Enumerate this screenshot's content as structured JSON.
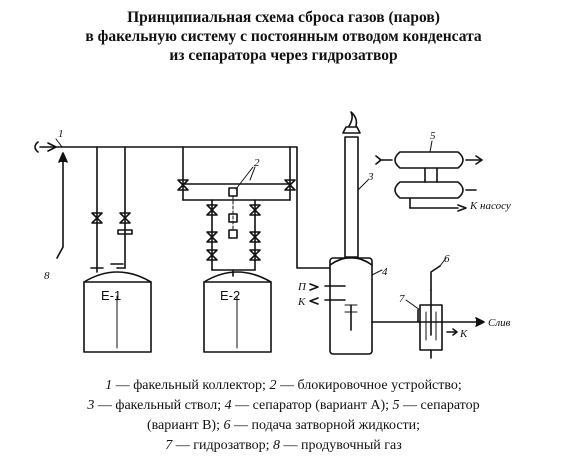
{
  "title": {
    "line1": "Принципиальная схема сброса газов (паров)",
    "line2": "в факельную систему с постоянным отводом конденсата",
    "line3": "из сепаратора через гидрозатвор"
  },
  "diagram": {
    "tank1_label": "Е-1",
    "tank2_label": "Е-2",
    "callouts": [
      "1",
      "2",
      "3",
      "4",
      "5",
      "6",
      "7",
      "8"
    ],
    "pump_label": "К насосу",
    "drain_label": "Слив",
    "sep_in_label": "П",
    "sep_out_label": "К",
    "seal_label": "К"
  },
  "caption": {
    "l1": [
      {
        "n": "1",
        "t": " — факельный коллектор; "
      },
      {
        "n": "2",
        "t": " — блокировочное устройство;"
      }
    ],
    "l2": [
      {
        "n": "3",
        "t": " — факельный ствол; "
      },
      {
        "n": "4",
        "t": " — сепаратор (вариант А); "
      },
      {
        "n": "5",
        "t": " — сепаратор"
      }
    ],
    "l3": [
      {
        "n": "",
        "t": "(вариант В); "
      },
      {
        "n": "6",
        "t": " — подача затворной жидкости;"
      }
    ],
    "l4": [
      {
        "n": "7",
        "t": " — гидрозатвор; "
      },
      {
        "n": "8",
        "t": " — продувочный газ"
      }
    ]
  }
}
